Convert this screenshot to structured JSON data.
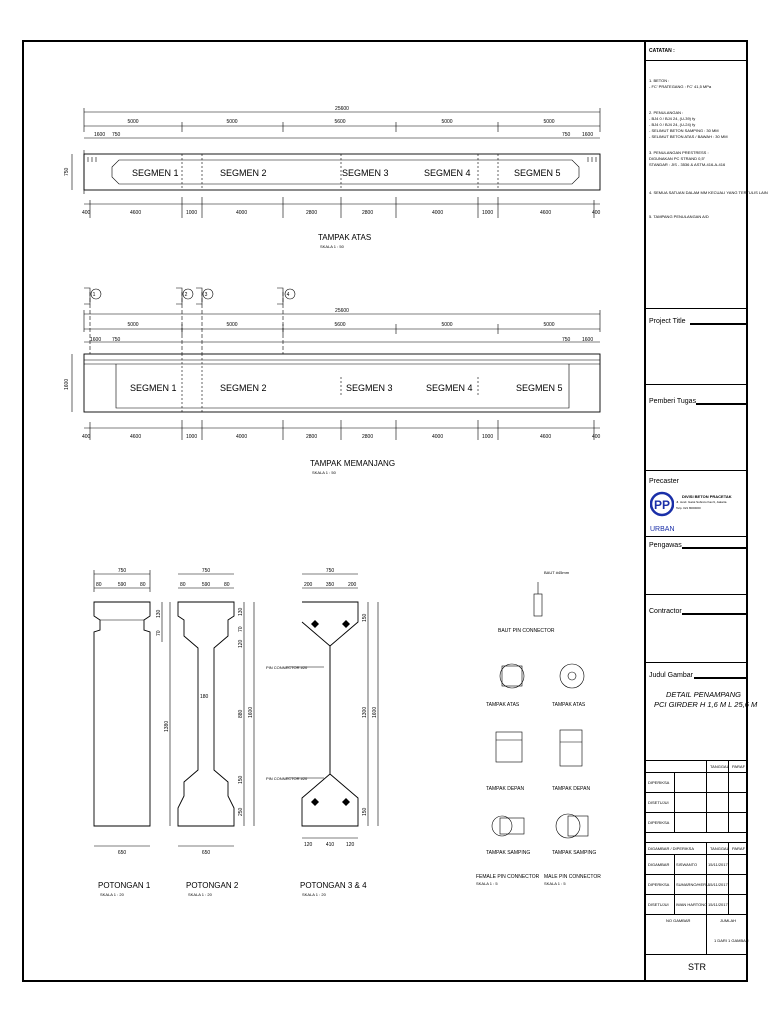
{
  "drawing": {
    "top_view": {
      "total_dim": "25600",
      "spans": [
        "5000",
        "5000",
        "5600",
        "5000",
        "5000"
      ],
      "end_dims_top": [
        "1600",
        "750",
        "750",
        "1600"
      ],
      "bottom_dims": [
        "400",
        "4600",
        "1000",
        "4000",
        "2800",
        "2800",
        "4000",
        "1000",
        "4600",
        "400"
      ],
      "side_dim": "750",
      "segments": [
        "SEGMEN 1",
        "SEGMEN 2",
        "SEGMEN 3",
        "SEGMEN 4",
        "SEGMEN 5"
      ],
      "title": "TAMPAK ATAS",
      "scale": "SKALA 1 : 50"
    },
    "side_view": {
      "markers": [
        "1",
        "2",
        "3",
        "4"
      ],
      "total_dim": "25600",
      "spans": [
        "5000",
        "5000",
        "5600",
        "5000",
        "5000"
      ],
      "end_dims_top": [
        "1600",
        "750",
        "750",
        "1600"
      ],
      "bottom_dims": [
        "400",
        "4600",
        "1000",
        "4000",
        "2800",
        "2800",
        "4000",
        "1000",
        "4600",
        "400"
      ],
      "side_dim": "1600",
      "segments": [
        "SEGMEN 1",
        "SEGMEN 2",
        "SEGMEN 3",
        "SEGMEN 4",
        "SEGMEN 5"
      ],
      "title": "TAMPAK MEMANJANG",
      "scale": "SKALA 1 : 50"
    },
    "sections": [
      {
        "title": "POTONGAN 1",
        "scale": "SKALA 1 : 20",
        "top": "750",
        "top_parts": [
          "80",
          "590",
          "80"
        ],
        "right_dims": [
          "130",
          "70"
        ],
        "height": "1380",
        "bottom": "650"
      },
      {
        "title": "POTONGAN 2",
        "scale": "SKALA 1 : 20",
        "top": "750",
        "top_parts": [
          "80",
          "590",
          "80"
        ],
        "right_dims": [
          "130",
          "70",
          "120",
          "880",
          "150",
          "250"
        ],
        "total": "1600",
        "web": "180",
        "bottom": "650"
      },
      {
        "title": "POTONGAN 3 & 4",
        "scale": "SKALA 1 : 20",
        "top": "750",
        "top_parts": [
          "200",
          "350",
          "200"
        ],
        "right_dims": [
          "150",
          "1300",
          "150"
        ],
        "total": "1600",
        "pin_top": "PIN CONNECTOR #20",
        "pin_bot": "PIN CONNECTOR #20",
        "bottom_parts": [
          "120",
          "410",
          "120"
        ]
      }
    ],
    "pin_connector": {
      "baut_label": "BAUT #45mm",
      "baut_title": "BAUT PIN CONNECTOR",
      "views": [
        "TAMPAK ATAS",
        "TAMPAK ATAS",
        "TAMPAK DEPAN",
        "TAMPAK DEPAN",
        "TAMPAK SAMPING",
        "TAMPAK SAMPING"
      ],
      "female_title": "FEMALE PIN CONNECTOR",
      "male_title": "MALE PIN CONNECTOR",
      "scale": "SKALA 1 : 5"
    }
  },
  "titleblock": {
    "catatan": "CATATAN :",
    "notes": [
      "1. BETON :",
      "   - FC' PRATEGANG       : FC' 41,5 MPa",
      "2. PENULANGAN :",
      "   - BJ4 0 / BJ4 24, (U-39) fy",
      "   - BJ4 0 / BJ4 24, (U-24) fy",
      "   - SELIMUT BETON SAMPING      : 30 MM",
      "   - SELIMUT BETON ATAS / BAWAH : 30 MM",
      "3. PENULANGAN PRESTRESS :",
      "   DIGUNAKAN PC STRAND 0,5\"",
      "   STANDAR : JIS - 3536 & ASTM-416-A-416",
      "4. SEMUA SATUAN DALAM MM KECUALI YANG TERTULIS LAIN",
      "5. TAMPANG PENULANGAN A/D"
    ],
    "project_title": "Project Title",
    "pemberi_tugas": "Pemberi Tugas",
    "precaster": "Precaster",
    "logo_text": "URBAN",
    "company_lines": [
      "DIVISI BETON PRACETAK",
      "Jl. Jend. Gatot Subroto Kav.9, Jakarta",
      "Telp. 021 8000000"
    ],
    "pengawas": "Pengawas",
    "contractor": "Contractor",
    "judul_gambar": "Judul Gambar",
    "drawing_title": [
      "DETAIL PENAMPANG",
      "PCI GIRDER H 1,6 M L 25,6 M"
    ],
    "table1_headers": [
      "TANGGAL",
      "PARAF"
    ],
    "table1_rows": [
      "DIPERIKSA",
      "DISETUJUI",
      "DIPERIKSA"
    ],
    "table2_headers": [
      "DIGAMBAR / DIPERIKSA",
      "TANGGAL",
      "PARAF"
    ],
    "table2_rows": [
      [
        "DIGAMBAR",
        "SISWANTO",
        "15/11/2017"
      ],
      [
        "DIPERIKSA",
        "SUMARNO/HERU",
        "15/11/2017"
      ],
      [
        "DISETUJUI",
        "IWAN HARTONO",
        "15/11/2017"
      ]
    ],
    "no_gambar": "NO GAMBAR",
    "jumlah": "JUMLAH",
    "lembar": "1 DARI 1 GAMBAR",
    "code": "STR"
  }
}
